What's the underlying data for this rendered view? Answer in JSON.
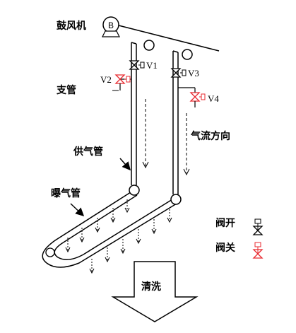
{
  "labels": {
    "blower": "鼓风机",
    "branch_pipe": "支管",
    "supply_pipe": "供气管",
    "aeration_pipe": "曝气管",
    "airflow_direction": "气流方向",
    "cleaning": "清洗",
    "valve_open": "阀开",
    "valve_closed": "阀关",
    "blower_symbol": "B"
  },
  "valves": [
    {
      "id": "V1",
      "state": "open"
    },
    {
      "id": "V2",
      "state": "closed"
    },
    {
      "id": "V3",
      "state": "open"
    },
    {
      "id": "V4",
      "state": "closed"
    }
  ],
  "colors": {
    "line": "#000000",
    "valve_closed": "#e8292f",
    "valve_open": "#000000",
    "background": "#ffffff"
  }
}
